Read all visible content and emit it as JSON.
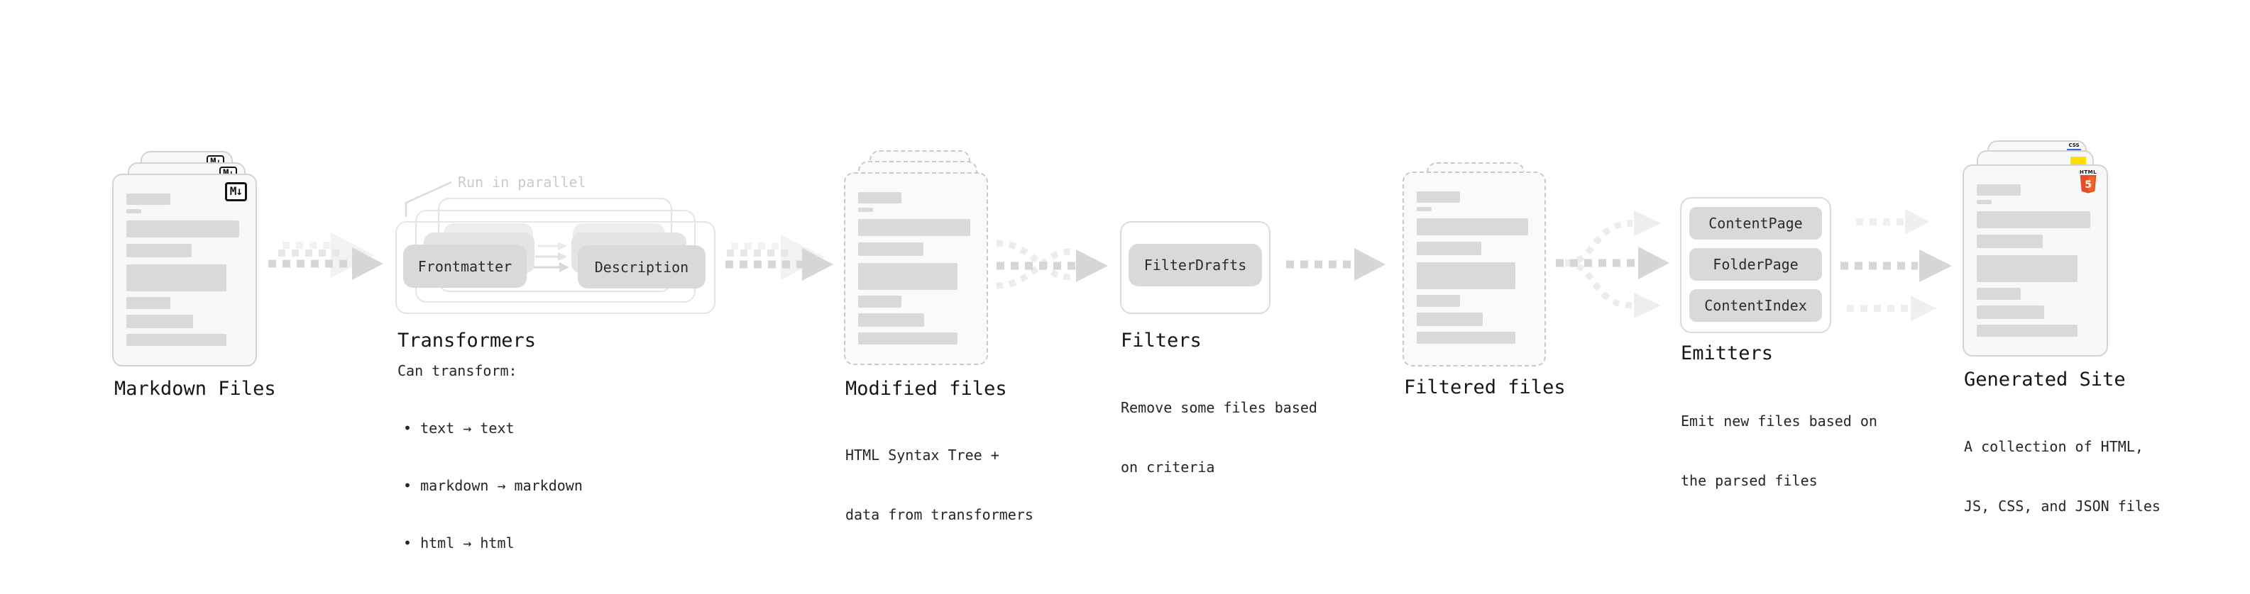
{
  "stages": {
    "markdown": {
      "title": "Markdown Files"
    },
    "transformers": {
      "title": "Transformers",
      "note": "Run in parallel",
      "pills": {
        "left": "Frontmatter",
        "right": "Description"
      },
      "desc": "Can transform:",
      "bullets": [
        "• text → text",
        "• markdown → markdown",
        "• html → html"
      ]
    },
    "modified": {
      "title": "Modified files",
      "desc_lines": [
        "HTML Syntax Tree +",
        "data from transformers"
      ]
    },
    "filters": {
      "title": "Filters",
      "pill": "FilterDrafts",
      "desc_lines": [
        "Remove some files based",
        "on criteria"
      ]
    },
    "filtered": {
      "title": "Filtered files"
    },
    "emitters": {
      "title": "Emitters",
      "pills": [
        "ContentPage",
        "FolderPage",
        "ContentIndex"
      ],
      "desc_lines": [
        "Emit new files based on",
        "the parsed files"
      ]
    },
    "generated": {
      "title": "Generated Site",
      "desc_lines": [
        "A collection of HTML,",
        "JS, CSS, and JSON files"
      ]
    }
  },
  "icons": {
    "markdown": "M↓",
    "html_label": "HTML",
    "html_number": "5",
    "css": "CSS"
  },
  "colors": {
    "html5_orange": "#e44d26",
    "html5_orange_light": "#f16529",
    "js_yellow": "#ffdd00",
    "css_blue": "#2965f1"
  }
}
